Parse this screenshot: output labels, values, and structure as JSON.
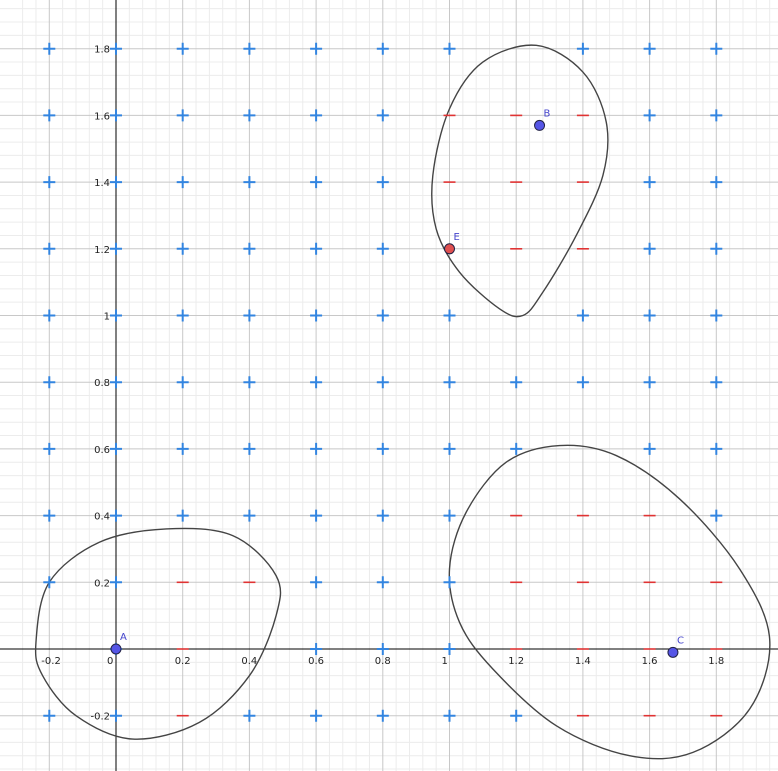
{
  "chart_data": {
    "type": "scatter",
    "title": "",
    "xlabel": "",
    "ylabel": "",
    "xlim": [
      -0.2,
      1.96
    ],
    "ylim": [
      -0.36,
      1.95
    ],
    "grid": true,
    "x_ticks": [
      {
        "value": -0.2,
        "label": "-0.2"
      },
      {
        "value": 0,
        "label": "0"
      },
      {
        "value": 0.2,
        "label": "0.2"
      },
      {
        "value": 0.4,
        "label": "0.4"
      },
      {
        "value": 0.6,
        "label": "0.6"
      },
      {
        "value": 0.8,
        "label": "0.8"
      },
      {
        "value": 1,
        "label": "1"
      },
      {
        "value": 1.2,
        "label": "1.2"
      },
      {
        "value": 1.4,
        "label": "1.4"
      },
      {
        "value": 1.6,
        "label": "1.6"
      },
      {
        "value": 1.8,
        "label": "1.8"
      }
    ],
    "y_ticks": [
      {
        "value": -0.2,
        "label": "-0.2"
      },
      {
        "value": 0.2,
        "label": "0.2"
      },
      {
        "value": 0.4,
        "label": "0.4"
      },
      {
        "value": 0.6,
        "label": "0.6"
      },
      {
        "value": 0.8,
        "label": "0.8"
      },
      {
        "value": 1,
        "label": "1"
      },
      {
        "value": 1.2,
        "label": "1.2"
      },
      {
        "value": 1.4,
        "label": "1.4"
      },
      {
        "value": 1.6,
        "label": "1.6"
      },
      {
        "value": 1.8,
        "label": "1.8"
      }
    ],
    "points": [
      {
        "label": "A",
        "x": 0,
        "y": 0,
        "color": "#5555e6"
      },
      {
        "label": "B",
        "x": 1.27,
        "y": 1.57,
        "color": "#5555e6"
      },
      {
        "label": "C",
        "x": 1.67,
        "y": -0.01,
        "color": "#5555e6"
      },
      {
        "label": "E",
        "x": 1.0,
        "y": 1.2,
        "color": "#e05050"
      }
    ],
    "curves": [
      {
        "points": [
          [
            -0.24,
            0.02
          ],
          [
            -0.2,
            0.2
          ],
          [
            -0.05,
            0.32
          ],
          [
            0.15,
            0.36
          ],
          [
            0.35,
            0.34
          ],
          [
            0.48,
            0.22
          ],
          [
            0.48,
            0.1
          ],
          [
            0.4,
            -0.08
          ],
          [
            0.25,
            -0.22
          ],
          [
            0.05,
            -0.27
          ],
          [
            -0.12,
            -0.2
          ],
          [
            -0.22,
            -0.08
          ]
        ]
      },
      {
        "points": [
          [
            0.95,
            1.42
          ],
          [
            1.0,
            1.62
          ],
          [
            1.1,
            1.76
          ],
          [
            1.26,
            1.81
          ],
          [
            1.4,
            1.73
          ],
          [
            1.47,
            1.58
          ],
          [
            1.46,
            1.42
          ],
          [
            1.38,
            1.24
          ],
          [
            1.28,
            1.07
          ],
          [
            1.22,
            1.0
          ],
          [
            1.15,
            1.02
          ],
          [
            1.03,
            1.13
          ],
          [
            0.96,
            1.26
          ]
        ]
      },
      {
        "points": [
          [
            1.0,
            0.24
          ],
          [
            1.05,
            0.41
          ],
          [
            1.17,
            0.56
          ],
          [
            1.33,
            0.61
          ],
          [
            1.5,
            0.58
          ],
          [
            1.69,
            0.45
          ],
          [
            1.87,
            0.24
          ],
          [
            1.96,
            0.03
          ],
          [
            1.9,
            -0.18
          ],
          [
            1.73,
            -0.31
          ],
          [
            1.54,
            -0.32
          ],
          [
            1.32,
            -0.23
          ],
          [
            1.13,
            -0.06
          ],
          [
            1.03,
            0.08
          ]
        ]
      }
    ],
    "markers": {
      "plus": [
        [
          -0.2,
          1.8
        ],
        [
          0,
          1.8
        ],
        [
          0.2,
          1.8
        ],
        [
          0.4,
          1.8
        ],
        [
          0.6,
          1.8
        ],
        [
          0.8,
          1.8
        ],
        [
          1,
          1.8
        ],
        [
          1.4,
          1.8
        ],
        [
          1.6,
          1.8
        ],
        [
          1.8,
          1.8
        ],
        [
          -0.2,
          1.6
        ],
        [
          0,
          1.6
        ],
        [
          0.2,
          1.6
        ],
        [
          0.4,
          1.6
        ],
        [
          0.6,
          1.6
        ],
        [
          0.8,
          1.6
        ],
        [
          1.6,
          1.6
        ],
        [
          1.8,
          1.6
        ],
        [
          -0.2,
          1.4
        ],
        [
          0,
          1.4
        ],
        [
          0.2,
          1.4
        ],
        [
          0.4,
          1.4
        ],
        [
          0.6,
          1.4
        ],
        [
          0.8,
          1.4
        ],
        [
          1.6,
          1.4
        ],
        [
          1.8,
          1.4
        ],
        [
          -0.2,
          1.2
        ],
        [
          0,
          1.2
        ],
        [
          0.2,
          1.2
        ],
        [
          0.4,
          1.2
        ],
        [
          0.6,
          1.2
        ],
        [
          0.8,
          1.2
        ],
        [
          1.6,
          1.2
        ],
        [
          1.8,
          1.2
        ],
        [
          -0.2,
          1.0
        ],
        [
          0,
          1.0
        ],
        [
          0.2,
          1.0
        ],
        [
          0.4,
          1.0
        ],
        [
          0.6,
          1.0
        ],
        [
          0.8,
          1.0
        ],
        [
          1,
          1.0
        ],
        [
          1.4,
          1.0
        ],
        [
          1.6,
          1.0
        ],
        [
          1.8,
          1.0
        ],
        [
          -0.2,
          0.8
        ],
        [
          0,
          0.8
        ],
        [
          0.2,
          0.8
        ],
        [
          0.4,
          0.8
        ],
        [
          0.6,
          0.8
        ],
        [
          0.8,
          0.8
        ],
        [
          1,
          0.8
        ],
        [
          1.2,
          0.8
        ],
        [
          1.4,
          0.8
        ],
        [
          1.6,
          0.8
        ],
        [
          1.8,
          0.8
        ],
        [
          -0.2,
          0.6
        ],
        [
          0,
          0.6
        ],
        [
          0.2,
          0.6
        ],
        [
          0.4,
          0.6
        ],
        [
          0.6,
          0.6
        ],
        [
          0.8,
          0.6
        ],
        [
          1,
          0.6
        ],
        [
          1.2,
          0.6
        ],
        [
          1.6,
          0.6
        ],
        [
          1.8,
          0.6
        ],
        [
          -0.2,
          0.4
        ],
        [
          0,
          0.4
        ],
        [
          0.2,
          0.4
        ],
        [
          0.4,
          0.4
        ],
        [
          0.6,
          0.4
        ],
        [
          0.8,
          0.4
        ],
        [
          1,
          0.4
        ],
        [
          1.8,
          0.4
        ],
        [
          -0.2,
          0.2
        ],
        [
          0,
          0.2
        ],
        [
          0.6,
          0.2
        ],
        [
          0.8,
          0.2
        ],
        [
          1,
          0.2
        ],
        [
          0,
          0
        ],
        [
          0.6,
          0
        ],
        [
          0.8,
          0
        ],
        [
          1,
          0
        ],
        [
          -0.2,
          -0.2
        ],
        [
          0,
          -0.2
        ],
        [
          0.4,
          -0.2
        ],
        [
          0.6,
          -0.2
        ],
        [
          0.8,
          -0.2
        ],
        [
          1,
          -0.2
        ],
        [
          1.2,
          -0.2
        ]
      ],
      "minus": [
        [
          1,
          1.6
        ],
        [
          1.2,
          1.6
        ],
        [
          1.4,
          1.6
        ],
        [
          1,
          1.4
        ],
        [
          1.2,
          1.4
        ],
        [
          1.4,
          1.4
        ],
        [
          1.2,
          1.2
        ],
        [
          1.4,
          1.2
        ],
        [
          1.2,
          0.4
        ],
        [
          1.4,
          0.4
        ],
        [
          1.6,
          0.4
        ],
        [
          0.2,
          0.2
        ],
        [
          0.4,
          0.2
        ],
        [
          1.2,
          0.2
        ],
        [
          1.4,
          0.2
        ],
        [
          1.6,
          0.2
        ],
        [
          1.8,
          0.2
        ],
        [
          0.2,
          0
        ],
        [
          1.2,
          0
        ],
        [
          1.4,
          0
        ],
        [
          1.6,
          0
        ],
        [
          1.8,
          0
        ],
        [
          0.2,
          -0.2
        ],
        [
          1.4,
          -0.2
        ],
        [
          1.6,
          -0.2
        ],
        [
          1.8,
          -0.2
        ]
      ]
    },
    "colors": {
      "plus": "#3385e0",
      "minus": "#e03333",
      "curve": "#444444",
      "point_fill": "#5555e6",
      "point_label": "#4444cc",
      "grid_major": "#c8c8c8",
      "grid_minor": "#ececec",
      "axis": "#000000"
    }
  }
}
